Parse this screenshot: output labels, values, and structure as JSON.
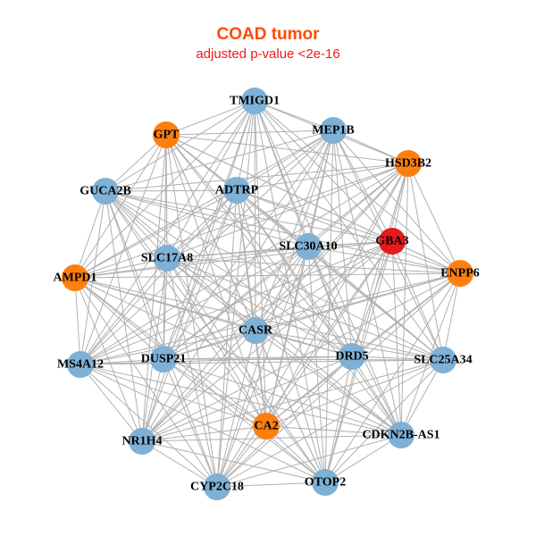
{
  "title": "COAD tumor",
  "subtitle": "adjusted p-value <2e-16",
  "colors": {
    "blue": "#7fb0d5",
    "orange": "#ff7f0e",
    "red": "#e41a1c",
    "edge": "#b0b0b0"
  },
  "nodes": [
    {
      "name": "TMIGD1",
      "color": "blue"
    },
    {
      "name": "GPT",
      "color": "orange"
    },
    {
      "name": "MEP1B",
      "color": "blue"
    },
    {
      "name": "HSD3B2",
      "color": "orange"
    },
    {
      "name": "GUCA2B",
      "color": "blue"
    },
    {
      "name": "ADTRP",
      "color": "blue"
    },
    {
      "name": "SLC30A10",
      "color": "blue"
    },
    {
      "name": "GBA3",
      "color": "red"
    },
    {
      "name": "ENPP6",
      "color": "orange"
    },
    {
      "name": "SLC17A8",
      "color": "blue"
    },
    {
      "name": "AMPD1",
      "color": "orange"
    },
    {
      "name": "CASR",
      "color": "blue"
    },
    {
      "name": "DRD5",
      "color": "blue"
    },
    {
      "name": "SLC25A34",
      "color": "blue"
    },
    {
      "name": "MS4A12",
      "color": "blue"
    },
    {
      "name": "DUSP21",
      "color": "blue"
    },
    {
      "name": "CA2",
      "color": "orange"
    },
    {
      "name": "CDKN2B-AS1",
      "color": "blue"
    },
    {
      "name": "NR1H4",
      "color": "blue"
    },
    {
      "name": "CYP2C18",
      "color": "blue"
    },
    {
      "name": "OTOP2",
      "color": "blue"
    }
  ]
}
